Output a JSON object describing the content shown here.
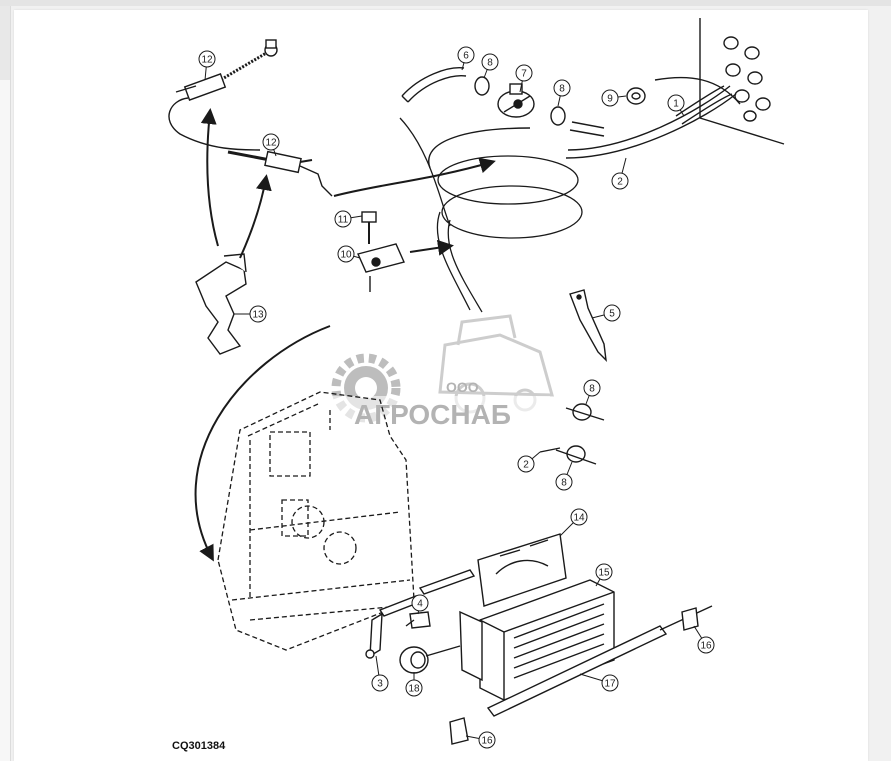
{
  "figure_code": "CQ301384",
  "watermark": {
    "company_prefix": "ООО",
    "company_name": "АГРОСНАБ"
  },
  "callouts": [
    {
      "id": "c-1",
      "label": "1"
    },
    {
      "id": "c-2a",
      "label": "2"
    },
    {
      "id": "c-2b",
      "label": "2"
    },
    {
      "id": "c-3",
      "label": "3"
    },
    {
      "id": "c-4",
      "label": "4"
    },
    {
      "id": "c-5",
      "label": "5"
    },
    {
      "id": "c-6",
      "label": "6"
    },
    {
      "id": "c-7",
      "label": "7"
    },
    {
      "id": "c-8a",
      "label": "8"
    },
    {
      "id": "c-8b",
      "label": "8"
    },
    {
      "id": "c-8c",
      "label": "8"
    },
    {
      "id": "c-8d",
      "label": "8"
    },
    {
      "id": "c-9",
      "label": "9"
    },
    {
      "id": "c-10",
      "label": "10"
    },
    {
      "id": "c-11",
      "label": "11"
    },
    {
      "id": "c-12a",
      "label": "12"
    },
    {
      "id": "c-12b",
      "label": "12"
    },
    {
      "id": "c-13",
      "label": "13"
    },
    {
      "id": "c-14",
      "label": "14"
    },
    {
      "id": "c-15",
      "label": "15"
    },
    {
      "id": "c-16a",
      "label": "16"
    },
    {
      "id": "c-16b",
      "label": "16"
    },
    {
      "id": "c-17",
      "label": "17"
    },
    {
      "id": "c-18",
      "label": "18"
    }
  ],
  "colors": {
    "line": "#1a1a1a",
    "watermark": "#9a9a9a",
    "background": "#ffffff"
  }
}
